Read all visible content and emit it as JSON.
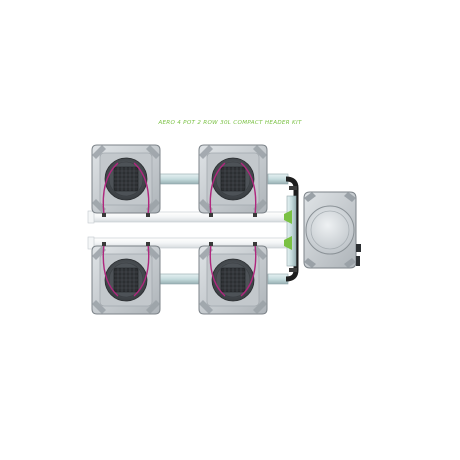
{
  "title": "AERO 4 POT 2 ROW 30L COMPACT HEADER KIT",
  "colors": {
    "title": "#7ac143",
    "pot_body": "#c9ced3",
    "pot_face": "#aab0b6",
    "pot_edge": "#7c8389",
    "lid_ring": "#4a4f54",
    "net_pot": "#2c2f32",
    "pipe_pvc": "#c8e0e2",
    "pipe_edge": "#8fa6aa",
    "drip_line": "#b0277e",
    "hose_black": "#1e1e1e",
    "fitting_green": "#7ac143"
  },
  "components": {
    "pots": [
      {
        "id": "pot-top-left",
        "row": "top"
      },
      {
        "id": "pot-top-right",
        "row": "top"
      },
      {
        "id": "pot-bottom-left",
        "row": "bottom"
      },
      {
        "id": "pot-bottom-right",
        "row": "bottom"
      }
    ],
    "header_tank": {
      "id": "header-tank"
    }
  }
}
